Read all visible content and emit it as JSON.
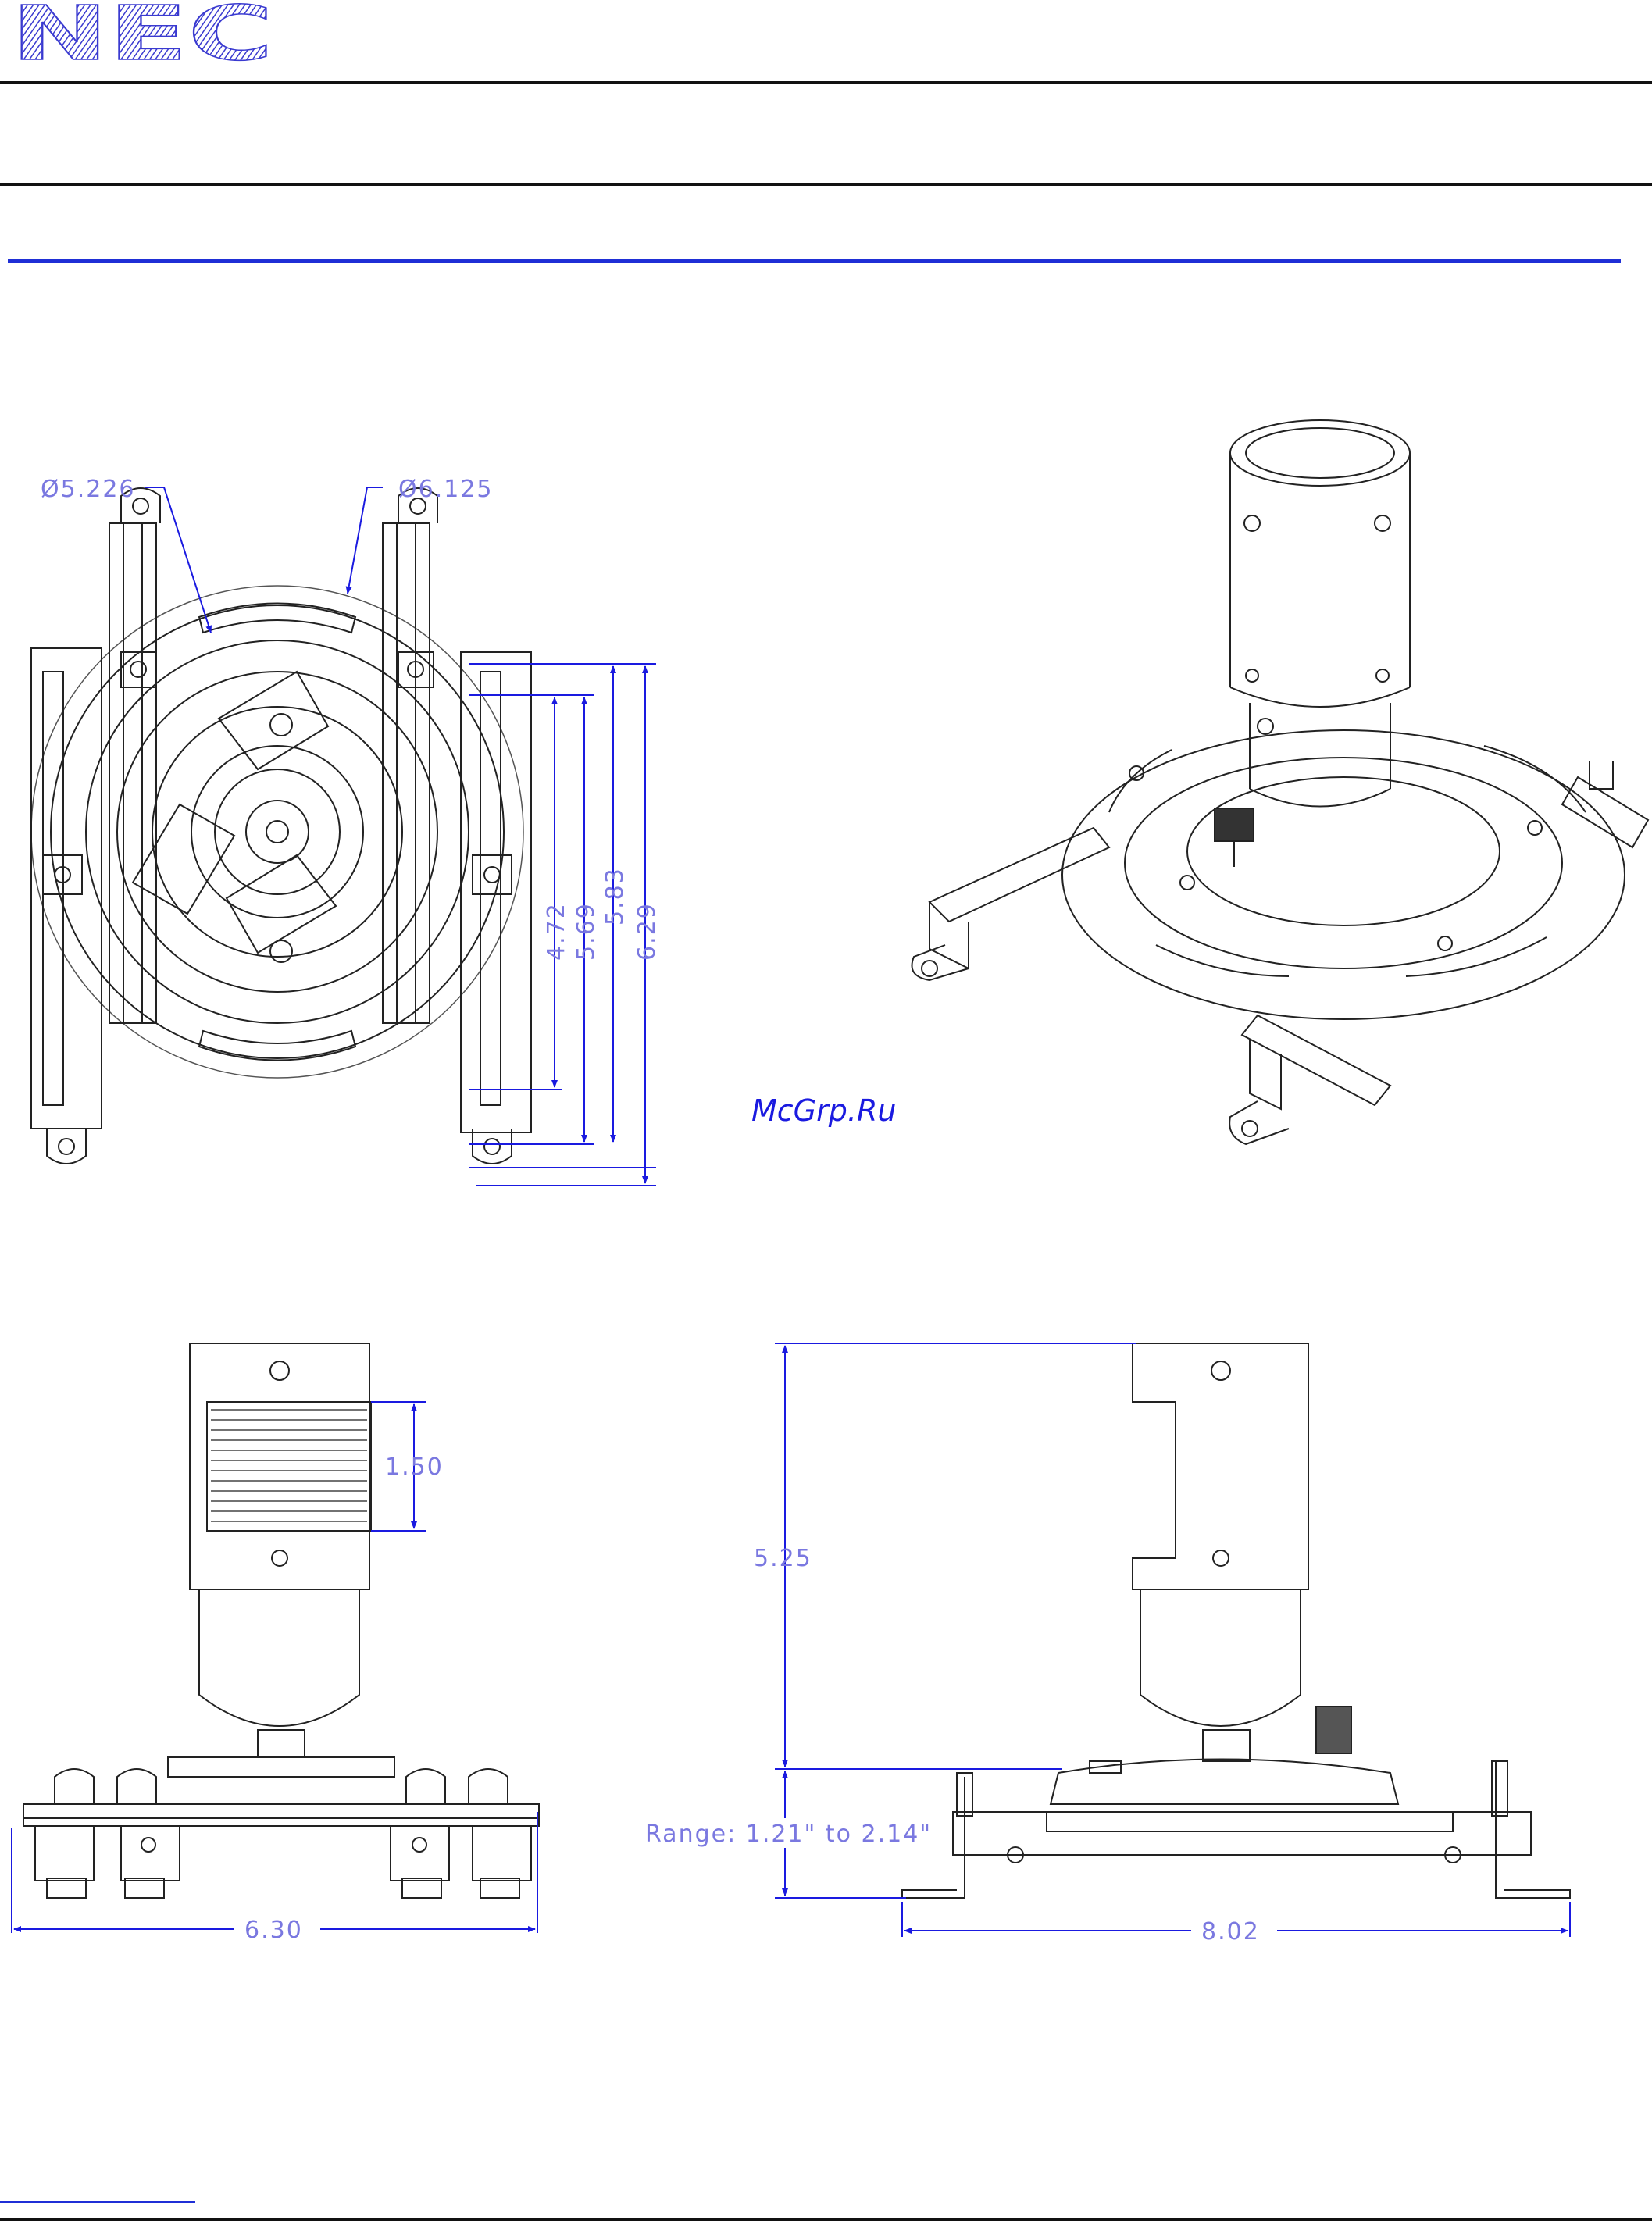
{
  "header": {
    "brand": "NEC",
    "brand_color": "#3a3ad0",
    "accent_color": "#1f2fd6"
  },
  "top_view": {
    "diameter_inner": "Ø5.226",
    "diameter_outer": "Ø6.125",
    "dims": [
      "4.72",
      "5.69",
      "5.83",
      "6.29"
    ]
  },
  "front_view": {
    "height_dim": "1.50",
    "width_dim": "6.30"
  },
  "side_view": {
    "height_dim": "5.25",
    "range": "Range: 1.21\" to 2.14\"",
    "width_dim": "8.02"
  },
  "watermark": "McGrp.Ru"
}
